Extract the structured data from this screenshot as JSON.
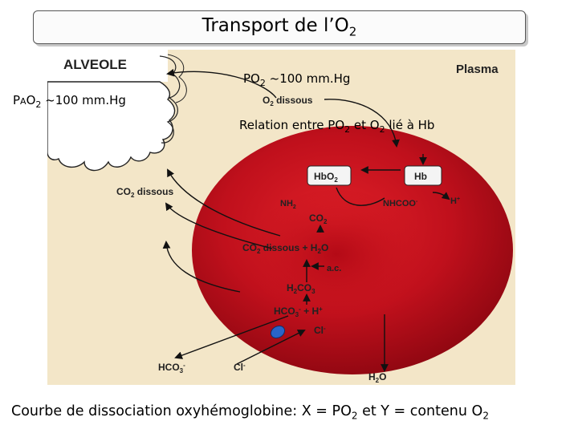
{
  "title": "Transport de l’O",
  "title_sub": "2",
  "figure": {
    "alveole_label": "ALVEOLE",
    "plasma_label": "Plasma",
    "o2_dissous": "O",
    "o2_dissous_sub": "2",
    "o2_dissous_tail": " dissous",
    "co2_dissous_plasma": "CO",
    "co2_dissous_plasma_sub": "2",
    "co2_dissous_plasma_tail": " dissous",
    "hbo2": "HbO",
    "hbo2_sub": "2",
    "hb": "Hb",
    "nh2": "NH",
    "nh2_sub": "2",
    "nhcoo": "NHCOO",
    "nhcoo_sup": "-",
    "h_plus": "H",
    "h_plus_sup": "+",
    "co2": "CO",
    "co2_sub": "2",
    "co2_dissous_h2o": "CO",
    "co2_dissous_h2o_sub": "2",
    "co2_dissous_h2o_mid": " dissous + H",
    "co2_dissous_h2o_sub2": "2",
    "co2_dissous_h2o_tail": "O",
    "ac": "a.c.",
    "h2co3": "H",
    "h2co3_sub": "2",
    "h2co3_mid": "CO",
    "h2co3_sub2": "3",
    "hco3_h": "HCO",
    "hco3_h_sub": "3",
    "hco3_h_sup": "-",
    "hco3_h_tail": " + H",
    "hco3_h_sup2": "+",
    "cl_inner": "Cl",
    "cl_inner_sup": "-",
    "hco3_out": "HCO",
    "hco3_out_sub": "3",
    "hco3_out_sup": "-",
    "cl_out": "Cl",
    "cl_out_sup": "-",
    "h2o": "H",
    "h2o_sub": "2",
    "h2o_tail": "O",
    "colors": {
      "cell": "#c0101c",
      "background": "#f3e6c8",
      "transporter": "#2a64c8"
    }
  },
  "overlays": {
    "pao2_p": "P",
    "pao2_a": "A",
    "pao2_o": "O",
    "pao2_sub": "2",
    "pao2_value": " ~100 mm.Hg",
    "po2_p": "PO",
    "po2_sub": "2",
    "po2_value": " ~100 mm.Hg",
    "relation_a": "Relation entre PO",
    "relation_sub1": "2",
    "relation_b": " et O",
    "relation_sub2": "2",
    "relation_c": " lié à Hb"
  },
  "bottom": {
    "text_a": "Courbe de dissociation oxyhémoglobine: X = PO",
    "sub1": "2",
    "text_b": " et Y = contenu O",
    "sub2": "2"
  }
}
